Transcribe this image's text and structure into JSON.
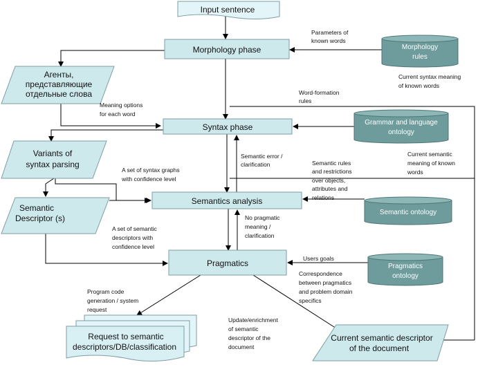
{
  "nodes": {
    "input": "Input sentence",
    "morphology": "Morphology phase",
    "agents": [
      "Агенты,",
      "представляющие",
      "отдельные слова"
    ],
    "syntax": "Syntax phase",
    "variants": [
      "Variants of",
      "syntax parsing"
    ],
    "semantics": "Semantics analysis",
    "descriptor": [
      "Semantic",
      "Descriptor (s)"
    ],
    "pragmatics": "Pragmatics",
    "request": [
      "Request to semantic",
      "descriptors/DB/classification"
    ],
    "current_desc": [
      "Current semantic descriptor",
      "of the document"
    ]
  },
  "databases": {
    "morph_rules": [
      "Morphology",
      "rules"
    ],
    "grammar": [
      "Grammar and language",
      "ontology"
    ],
    "sem_onto": [
      "Semantic ontology"
    ],
    "prag_onto": [
      "Pragmatics",
      "ontology"
    ]
  },
  "notes": {
    "params": [
      "Parameters of",
      "known words"
    ],
    "cur_syntax": [
      "Current syntax meaning",
      "of known words"
    ],
    "word_form": [
      "Word-formation",
      "rules"
    ],
    "meaning_opts": [
      "Meaning options",
      "for each word"
    ],
    "sem_error": [
      "Semantic error /",
      "clarification"
    ],
    "sem_rules": [
      "Semantic rules",
      "and restrictions",
      "over objects,",
      "attributes and",
      "relations"
    ],
    "cur_sem": [
      "Current semantic",
      "meaning of known",
      "words"
    ],
    "syntax_graphs": [
      "A set of syntax graphs",
      "with confidence level"
    ],
    "no_prag": [
      "No pragmatic",
      "meaning /",
      "clarification"
    ],
    "sem_desc_set": [
      "A set of semantic",
      "descriptors with",
      "confidence level"
    ],
    "users_goals": [
      "Users goals"
    ],
    "correspondence": [
      "Correspondence",
      "between pragmatics",
      "and problem domain",
      "specifics"
    ],
    "program_code": [
      "Program code",
      "generation / system",
      "request"
    ],
    "update": [
      "Update/enrichment",
      "of semantic",
      "descriptor of the",
      "document"
    ]
  }
}
